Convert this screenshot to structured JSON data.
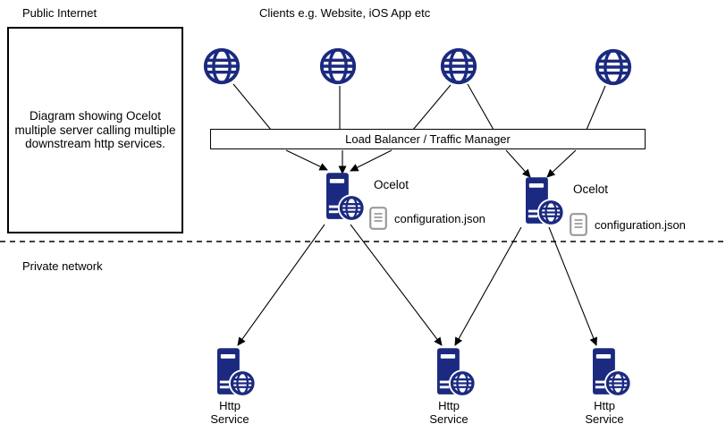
{
  "titles": {
    "public_internet": "Public Internet",
    "clients": "Clients e.g. Website, iOS App etc",
    "private_network": "Private network"
  },
  "description_box": "Diagram showing Ocelot multiple server calling multiple downstream http services.",
  "load_balancer": "Load Balancer / Traffic Manager",
  "clients": [
    {
      "icon": "globe-icon"
    },
    {
      "icon": "globe-icon"
    },
    {
      "icon": "globe-icon"
    },
    {
      "icon": "globe-icon"
    }
  ],
  "gateways": [
    {
      "label": "Ocelot",
      "config_file": "configuration.json",
      "icon": "server-globe-icon"
    },
    {
      "label": "Ocelot",
      "config_file": "configuration.json",
      "icon": "server-globe-icon"
    }
  ],
  "services": [
    {
      "label": "Http Service",
      "icon": "server-globe-icon"
    },
    {
      "label": "Http Service",
      "icon": "server-globe-icon"
    },
    {
      "label": "Http Service",
      "icon": "server-globe-icon"
    }
  ],
  "colors": {
    "node_blue": "#1b2a80",
    "doc_gray": "#9a9a9a",
    "connector_black": "#000000"
  }
}
